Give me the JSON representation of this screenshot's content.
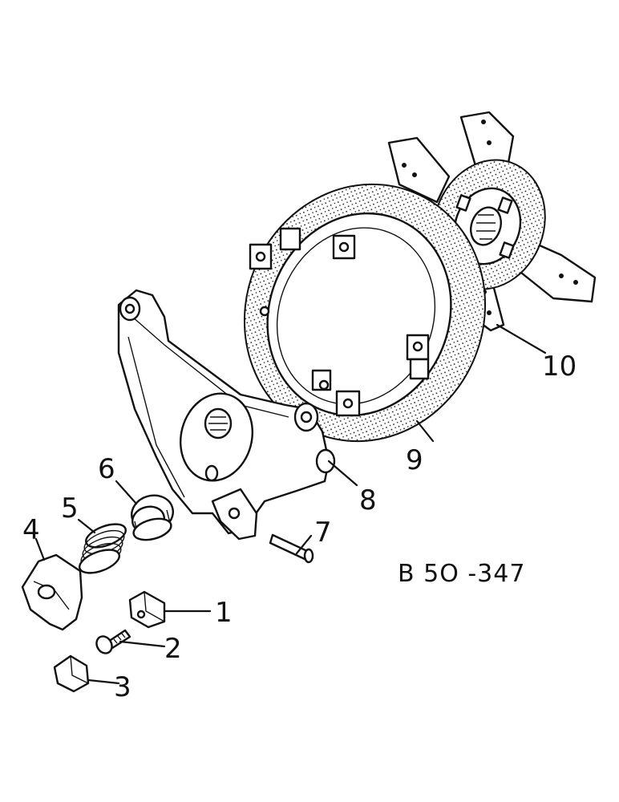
{
  "drawing_code": "B 5O -347",
  "callouts": {
    "c1": "1",
    "c2": "2",
    "c3": "3",
    "c4": "4",
    "c5": "5",
    "c6": "6",
    "c7": "7",
    "c8": "8",
    "c9": "9",
    "c10": "10"
  }
}
